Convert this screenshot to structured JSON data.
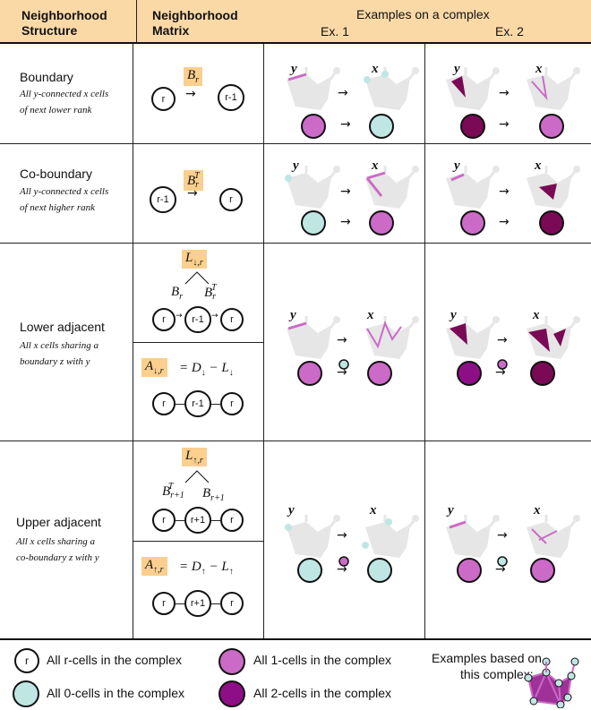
{
  "header": {
    "col1": "Neighborhood Structure",
    "col1a": "Neighborhood",
    "col1b": "Structure",
    "col2a": "Neighborhood",
    "col2b": "Matrix",
    "col3": "Examples on a complex",
    "ex1": "Ex. 1",
    "ex2": "Ex. 2"
  },
  "rows": [
    {
      "title": "Boundary",
      "sub1": "All y-connected x cells",
      "sub2": "of next lower rank",
      "matrix": "B_r",
      "from": "r",
      "to": "r-1"
    },
    {
      "title": "Co-boundary",
      "sub1": "All y-connected x cells",
      "sub2": "of next higher rank",
      "matrix": "B_r^T",
      "from": "r-1",
      "to": "r"
    },
    {
      "title": "Lower adjacent",
      "sub1": "All x cells sharing a",
      "sub2": "boundary z with y",
      "matrix": "L_↓,r",
      "matrix2": "A_↓,r = D_↓ − L_↓",
      "mid": "r-1",
      "cell": "r"
    },
    {
      "title": "Upper adjacent",
      "sub1": "All x cells sharing a",
      "sub2": "co-boundary z with y",
      "matrix": "L_↑,r",
      "matrix2": "A_↑,r = D_↑ − L_↑",
      "mid": "r+1",
      "cell": "r"
    }
  ],
  "legend": {
    "r": "All r-cells in the complex",
    "c0": "All 0-cells in the complex",
    "c1": "All 1-cells in the complex",
    "c2": "All 2-cells in the complex",
    "ex_a": "Examples based on",
    "ex_b": "this complex:",
    "r_symbol": "r"
  },
  "labels": {
    "y": "y",
    "x": "x",
    "arrow": "→",
    "r": "r"
  },
  "colors": {
    "header": "#fbd9a6",
    "matrix": "#fbcf8e",
    "c0": "#bfe6e3",
    "c1": "#cb6ac7",
    "c2": "#7a0a56",
    "c2b": "#8e0e87",
    "complex": "#e6e6e6"
  }
}
